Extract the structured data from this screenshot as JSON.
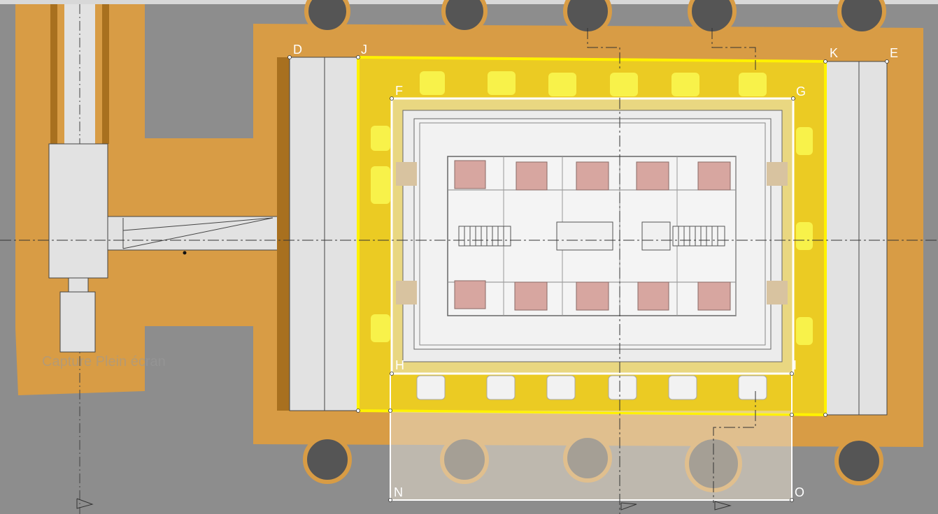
{
  "colors": {
    "background": "#8d8d8d",
    "foundation": "#d89c45",
    "foundation_dark": "#a8701f",
    "wall_light": "#e2e2e2",
    "yellow": "#f2e21a",
    "yellow_outline": "#fff200",
    "white_outline": "#ffffff",
    "block_pink": "#d7a6a0",
    "pit_dark": "#555555"
  },
  "watermark": "Capture Plein écran",
  "points": [
    {
      "name": "D",
      "label": "D"
    },
    {
      "name": "J",
      "label": "J"
    },
    {
      "name": "K",
      "label": "K"
    },
    {
      "name": "E",
      "label": "E"
    },
    {
      "name": "F",
      "label": "F"
    },
    {
      "name": "G",
      "label": "G"
    },
    {
      "name": "H",
      "label": "H"
    },
    {
      "name": "I",
      "label": "I"
    },
    {
      "name": "N",
      "label": "N"
    },
    {
      "name": "O",
      "label": "O"
    }
  ]
}
